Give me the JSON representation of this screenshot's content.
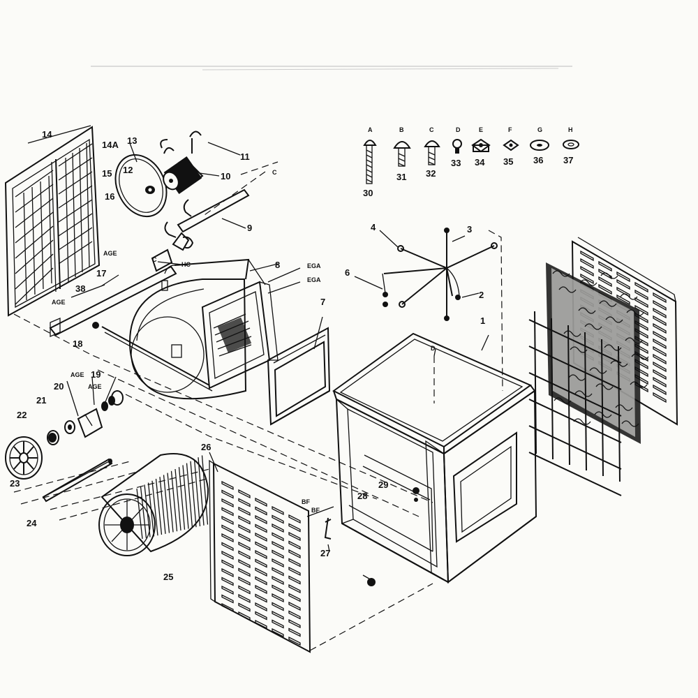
{
  "hardware": [
    {
      "letter": "A",
      "number": "30",
      "icon": "carriage-bolt-long-icon"
    },
    {
      "letter": "B",
      "number": "31",
      "icon": "carriage-bolt-icon"
    },
    {
      "letter": "C",
      "number": "32",
      "icon": "carriage-bolt-short-icon"
    },
    {
      "letter": "D",
      "number": "33",
      "icon": "screw-icon"
    },
    {
      "letter": "E",
      "number": "34",
      "icon": "square-nut-icon"
    },
    {
      "letter": "F",
      "number": "35",
      "icon": "square-nut-small-icon"
    },
    {
      "letter": "G",
      "number": "36",
      "icon": "flat-washer-icon"
    },
    {
      "letter": "H",
      "number": "37",
      "icon": "lock-washer-icon"
    }
  ],
  "part_labels": {
    "p1": "1",
    "p2": "2",
    "p3": "3",
    "p4": "4",
    "p6": "6",
    "p7": "7",
    "p8": "8",
    "p9": "9",
    "p10": "10",
    "p11": "11",
    "p12": "12",
    "p13": "13",
    "p14": "14",
    "p14a": "14A",
    "p15": "15",
    "p16": "16",
    "p17": "17",
    "p18": "18",
    "p19": "19",
    "p20": "20",
    "p21": "21",
    "p22": "22",
    "p23": "23",
    "p24": "24",
    "p25": "25",
    "p26": "26",
    "p27": "27",
    "p28": "28",
    "p29": "29",
    "p38": "38"
  },
  "code_labels": {
    "c1": "C",
    "c2": "C",
    "c3": "HC",
    "c4": "AGE",
    "c5": "AGE",
    "c6": "EGA",
    "c7": "EGA",
    "c8": "AGE",
    "c9": "AGE",
    "c10": "D",
    "c11": "BF",
    "c12": "BF"
  }
}
